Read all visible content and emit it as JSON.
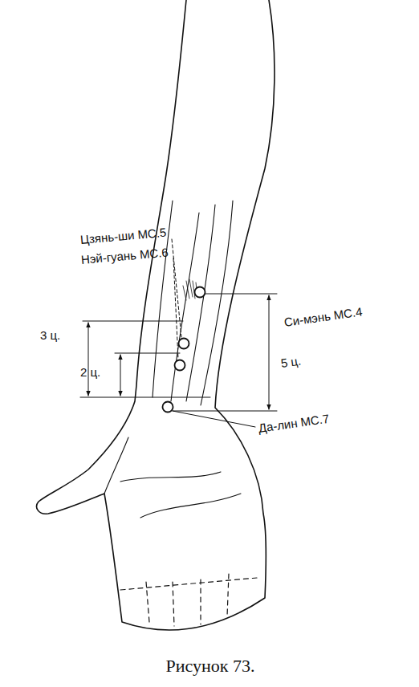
{
  "diagram": {
    "caption": "Рисунок 73.",
    "labels": [
      "Цзянь-ши МС.5",
      "Нэй-гуань МС.6",
      "Си-мэнь МС.4",
      "3 ц.",
      "2 ц.",
      "5 ц.",
      "Да-лин МС.7"
    ]
  }
}
